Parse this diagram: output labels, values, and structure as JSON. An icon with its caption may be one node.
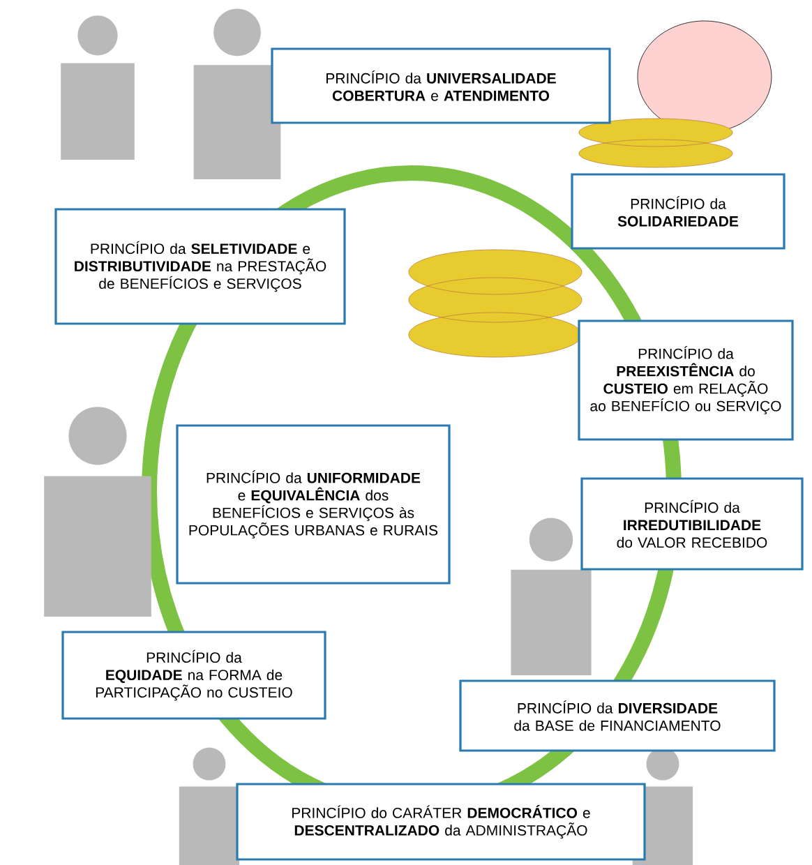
{
  "diagram": {
    "nodes": [
      {
        "text": [
          "PRINCÍPIO da **UNIVERSALIDADE COBERTURA** e **ATENDIMENTO**"
        ]
      },
      {
        "text": [
          "PRINCÍPIO da **SOLIDARIEDADE**"
        ]
      },
      {
        "text": [
          "PRINCÍPIO da **SELETIVIDADE** e **DISTRIBUTIVIDADE** na PRESTAÇÃO de BENEFÍCIOS e SERVIÇOS"
        ]
      },
      {
        "text": [
          "PRINCÍPIO da **PREEXISTÊNCIA** do **CUSTEIO** em RELAÇÃO ao BENEFÍCIO ou SERVIÇO"
        ]
      },
      {
        "text": [
          "PRINCÍPIO da **UNIFORMIDADE** e **EQUIVALÊNCIA** dos BENEFÍCIOS e SERVIÇOS às POPULAÇÕES URBANAS e RURAIS"
        ]
      },
      {
        "text": [
          "PRINCÍPIO da **IRREDUTIBILIDADE** do VALOR RECEBIDO"
        ]
      },
      {
        "text": [
          "PRINCÍPIO da **EQUIDADE** na FORMA de PARTICIPAÇÃO no CUSTEIO"
        ]
      },
      {
        "text": [
          "PRINCÍPIO da **DIVERSIDADE** da BASE de FINANCIAMENTO"
        ]
      },
      {
        "text": [
          "PRINCÍPIO do CARÁTER **DEMOCRÁTICO** e **DESCENTRALIZADO** da ADMINISTRAÇÃO"
        ]
      }
    ]
  }
}
